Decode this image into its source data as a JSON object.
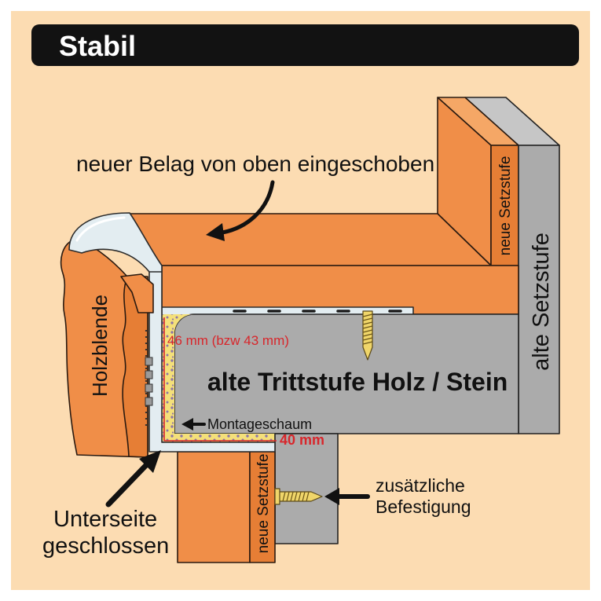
{
  "title": "Stabil",
  "new_tread": {
    "label": "neuer Belag von oben eingeschoben"
  },
  "new_riser_upper": {
    "label": "neue Setzstufe"
  },
  "old_riser": {
    "label": "alte Setzstufe"
  },
  "wood_fascia": {
    "label": "Holzblende"
  },
  "old_tread": {
    "label": "alte Trittstufe Holz / Stein"
  },
  "mounting_foam": {
    "label": "Montageschaum"
  },
  "dimensions": {
    "height": "46 mm (bzw 43 mm)",
    "bottom": "40 mm"
  },
  "new_riser_lower": {
    "label": "neue Setzstufe"
  },
  "extra_fixing": {
    "lines": [
      "zusätzliche",
      "Befestigung"
    ]
  },
  "underside": {
    "lines": [
      "Unterseite",
      "geschlossen"
    ]
  },
  "colors": {
    "background": "#FCDCB2",
    "frame": "#FFFFFF",
    "title_bar": "#121212",
    "title_text": "#FFFFFF",
    "wood_orange": "#F08E48",
    "wood_orange_dark": "#E67E35",
    "wood_orange_light": "#F5A766",
    "old_stair_gray": "#ABABAB",
    "old_stair_gray_light": "#C6C6C6",
    "aluminium_profile": "#E3EDF1",
    "mounting_foam": "#F4E07A",
    "dimension_red": "#D8262B",
    "screw_yellow": "#F0D66A"
  }
}
